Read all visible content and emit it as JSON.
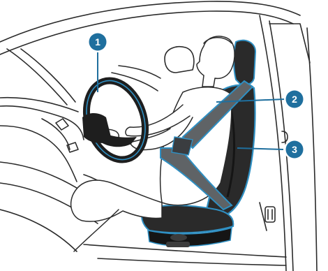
{
  "colors": {
    "outline": "#2b2b2b",
    "sketch": "#9a9a9a",
    "highlight": "#2f8fc2",
    "callout_fill": "#1f6f9e",
    "callout_ring": "#ffffff",
    "seat": "#2a2a2a",
    "seat_dark": "#151515",
    "belt": "#5f6366",
    "background": "#ffffff"
  },
  "callouts": [
    {
      "number": "1",
      "target": "steering-wheel"
    },
    {
      "number": "2",
      "target": "seat-belt"
    },
    {
      "number": "3",
      "target": "seat-backrest"
    }
  ]
}
